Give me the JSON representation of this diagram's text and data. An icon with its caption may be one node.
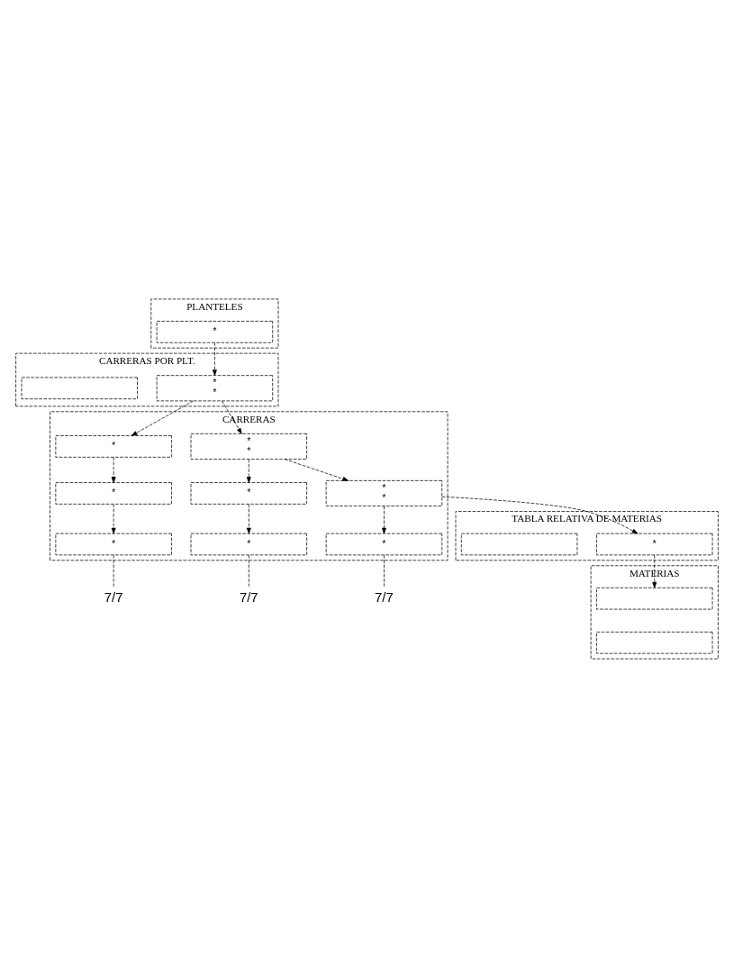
{
  "diagram": {
    "nodes": [
      {
        "text": [
          "PLANTELES"
        ]
      },
      {
        "text": [
          "*"
        ],
        "in": 0
      },
      {
        "text": [
          "CARRERAS POR PLT."
        ]
      },
      {
        "text": [
          "*",
          "*"
        ],
        "in": 2
      },
      {
        "text": [],
        "shape": "box",
        "in": 2
      },
      {
        "text": [
          "TABLA RELATIVA DE MATERIAS"
        ]
      },
      {
        "text": [
          "*"
        ],
        "in": 5
      },
      {
        "text": [],
        "shape": "box",
        "in": 5
      },
      {
        "text": [
          "MATERIAS"
        ]
      },
      {
        "text": [],
        "shape": "box",
        "in": 8
      },
      {
        "text": [],
        "shape": "box",
        "in": 8
      },
      {
        "text": [
          "CARRERAS"
        ]
      },
      {
        "text": [
          "*",
          "*"
        ],
        "in": 11
      },
      {
        "text": [
          "*",
          "*"
        ],
        "in": 11
      },
      {
        "text": [
          "*"
        ],
        "in": 11
      },
      {
        "text": [
          "*"
        ],
        "in": 11
      },
      {
        "text": [
          "*"
        ],
        "in": 11
      },
      {
        "text": [
          "*"
        ],
        "in": 11
      },
      {
        "text": [
          "*"
        ],
        "in": 11
      },
      {
        "text": [
          "*"
        ],
        "in": 11
      },
      {
        "text": [
          "7/7"
        ]
      },
      {
        "text": [
          "7/7"
        ]
      },
      {
        "text": [
          "7/7"
        ]
      }
    ],
    "edges": [
      {
        "from": 1,
        "to": 3,
        "arrow": "to"
      },
      {
        "from": 3,
        "to": 12,
        "arrow": "to"
      },
      {
        "from": 3,
        "to": 17,
        "arrow": "to"
      },
      {
        "from": 12,
        "to": 15,
        "arrow": "to"
      },
      {
        "from": 12,
        "to": 13,
        "arrow": "to"
      },
      {
        "from": 13,
        "to": 6,
        "arrow": "to"
      },
      {
        "from": 13,
        "to": 14,
        "arrow": "to"
      },
      {
        "from": 14,
        "to": 20,
        "arrow": "none"
      },
      {
        "from": 15,
        "to": 16,
        "arrow": "to"
      },
      {
        "from": 16,
        "to": 21,
        "arrow": "none"
      },
      {
        "from": 17,
        "to": 18,
        "arrow": "to"
      },
      {
        "from": 18,
        "to": 19,
        "arrow": "to"
      },
      {
        "from": 19,
        "to": 22,
        "arrow": "none"
      },
      {
        "from": 6,
        "to": 9,
        "arrow": "to"
      }
    ]
  }
}
